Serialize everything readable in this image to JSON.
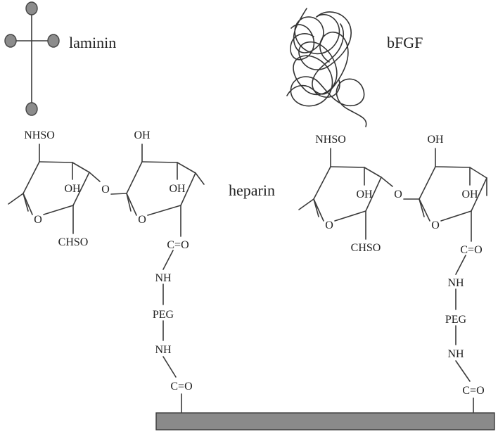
{
  "labels": {
    "laminin": "laminin",
    "bfgf": "bFGF",
    "heparin": "heparin"
  },
  "chain_left": {
    "ring1_top": "NHSO",
    "ring1_oh": "OH",
    "ring1_o": "O",
    "ring1_bottom": "CHSO",
    "link_o": "O",
    "ring2_top": "OH",
    "ring2_oh": "OH",
    "ring2_o": "O",
    "carbonyl": "C=O",
    "nh1": "NH",
    "peg": "PEG",
    "nh2": "NH",
    "carbonyl2": "C=O"
  },
  "chain_right": {
    "ring1_top": "NHSO",
    "ring1_oh": "OH",
    "ring1_o": "O",
    "ring1_bottom": "CHSO",
    "link_o": "O",
    "ring2_top": "OH",
    "ring2_oh": "OH",
    "ring2_o": "O",
    "carbonyl": "C=O",
    "nh1": "NH",
    "peg": "PEG",
    "nh2": "NH",
    "carbonyl2": "C=O"
  },
  "colors": {
    "laminin_node": "#8c8c8c",
    "substrate": "#8a8a8a",
    "line": "#3a3a3a"
  }
}
